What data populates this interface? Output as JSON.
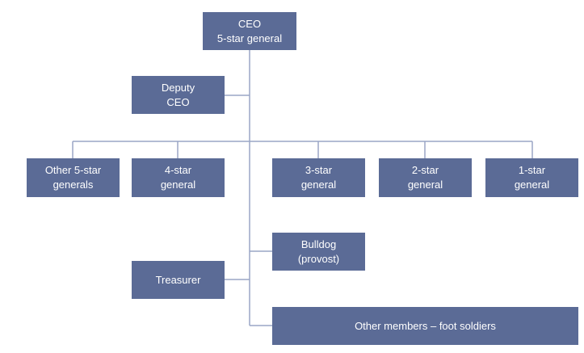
{
  "org_chart": {
    "ceo": {
      "line1": "CEO",
      "line2": "5-star general"
    },
    "deputy": {
      "line1": "Deputy",
      "line2": "CEO"
    },
    "other_5_star": {
      "line1": "Other 5-star",
      "line2": "generals"
    },
    "four_star": {
      "line1": "4-star",
      "line2": "general"
    },
    "three_star": {
      "line1": "3-star",
      "line2": "general"
    },
    "two_star": {
      "line1": "2-star",
      "line2": "general"
    },
    "one_star": {
      "line1": "1-star",
      "line2": "general"
    },
    "bulldog": {
      "line1": "Bulldog",
      "line2": "(provost)"
    },
    "treasurer": {
      "label": "Treasurer"
    },
    "foot_soldiers": {
      "label": "Other members – foot soldiers"
    }
  },
  "colors": {
    "box_fill": "#5b6b96",
    "connector": "#9aa6c6",
    "text": "#ffffff"
  }
}
